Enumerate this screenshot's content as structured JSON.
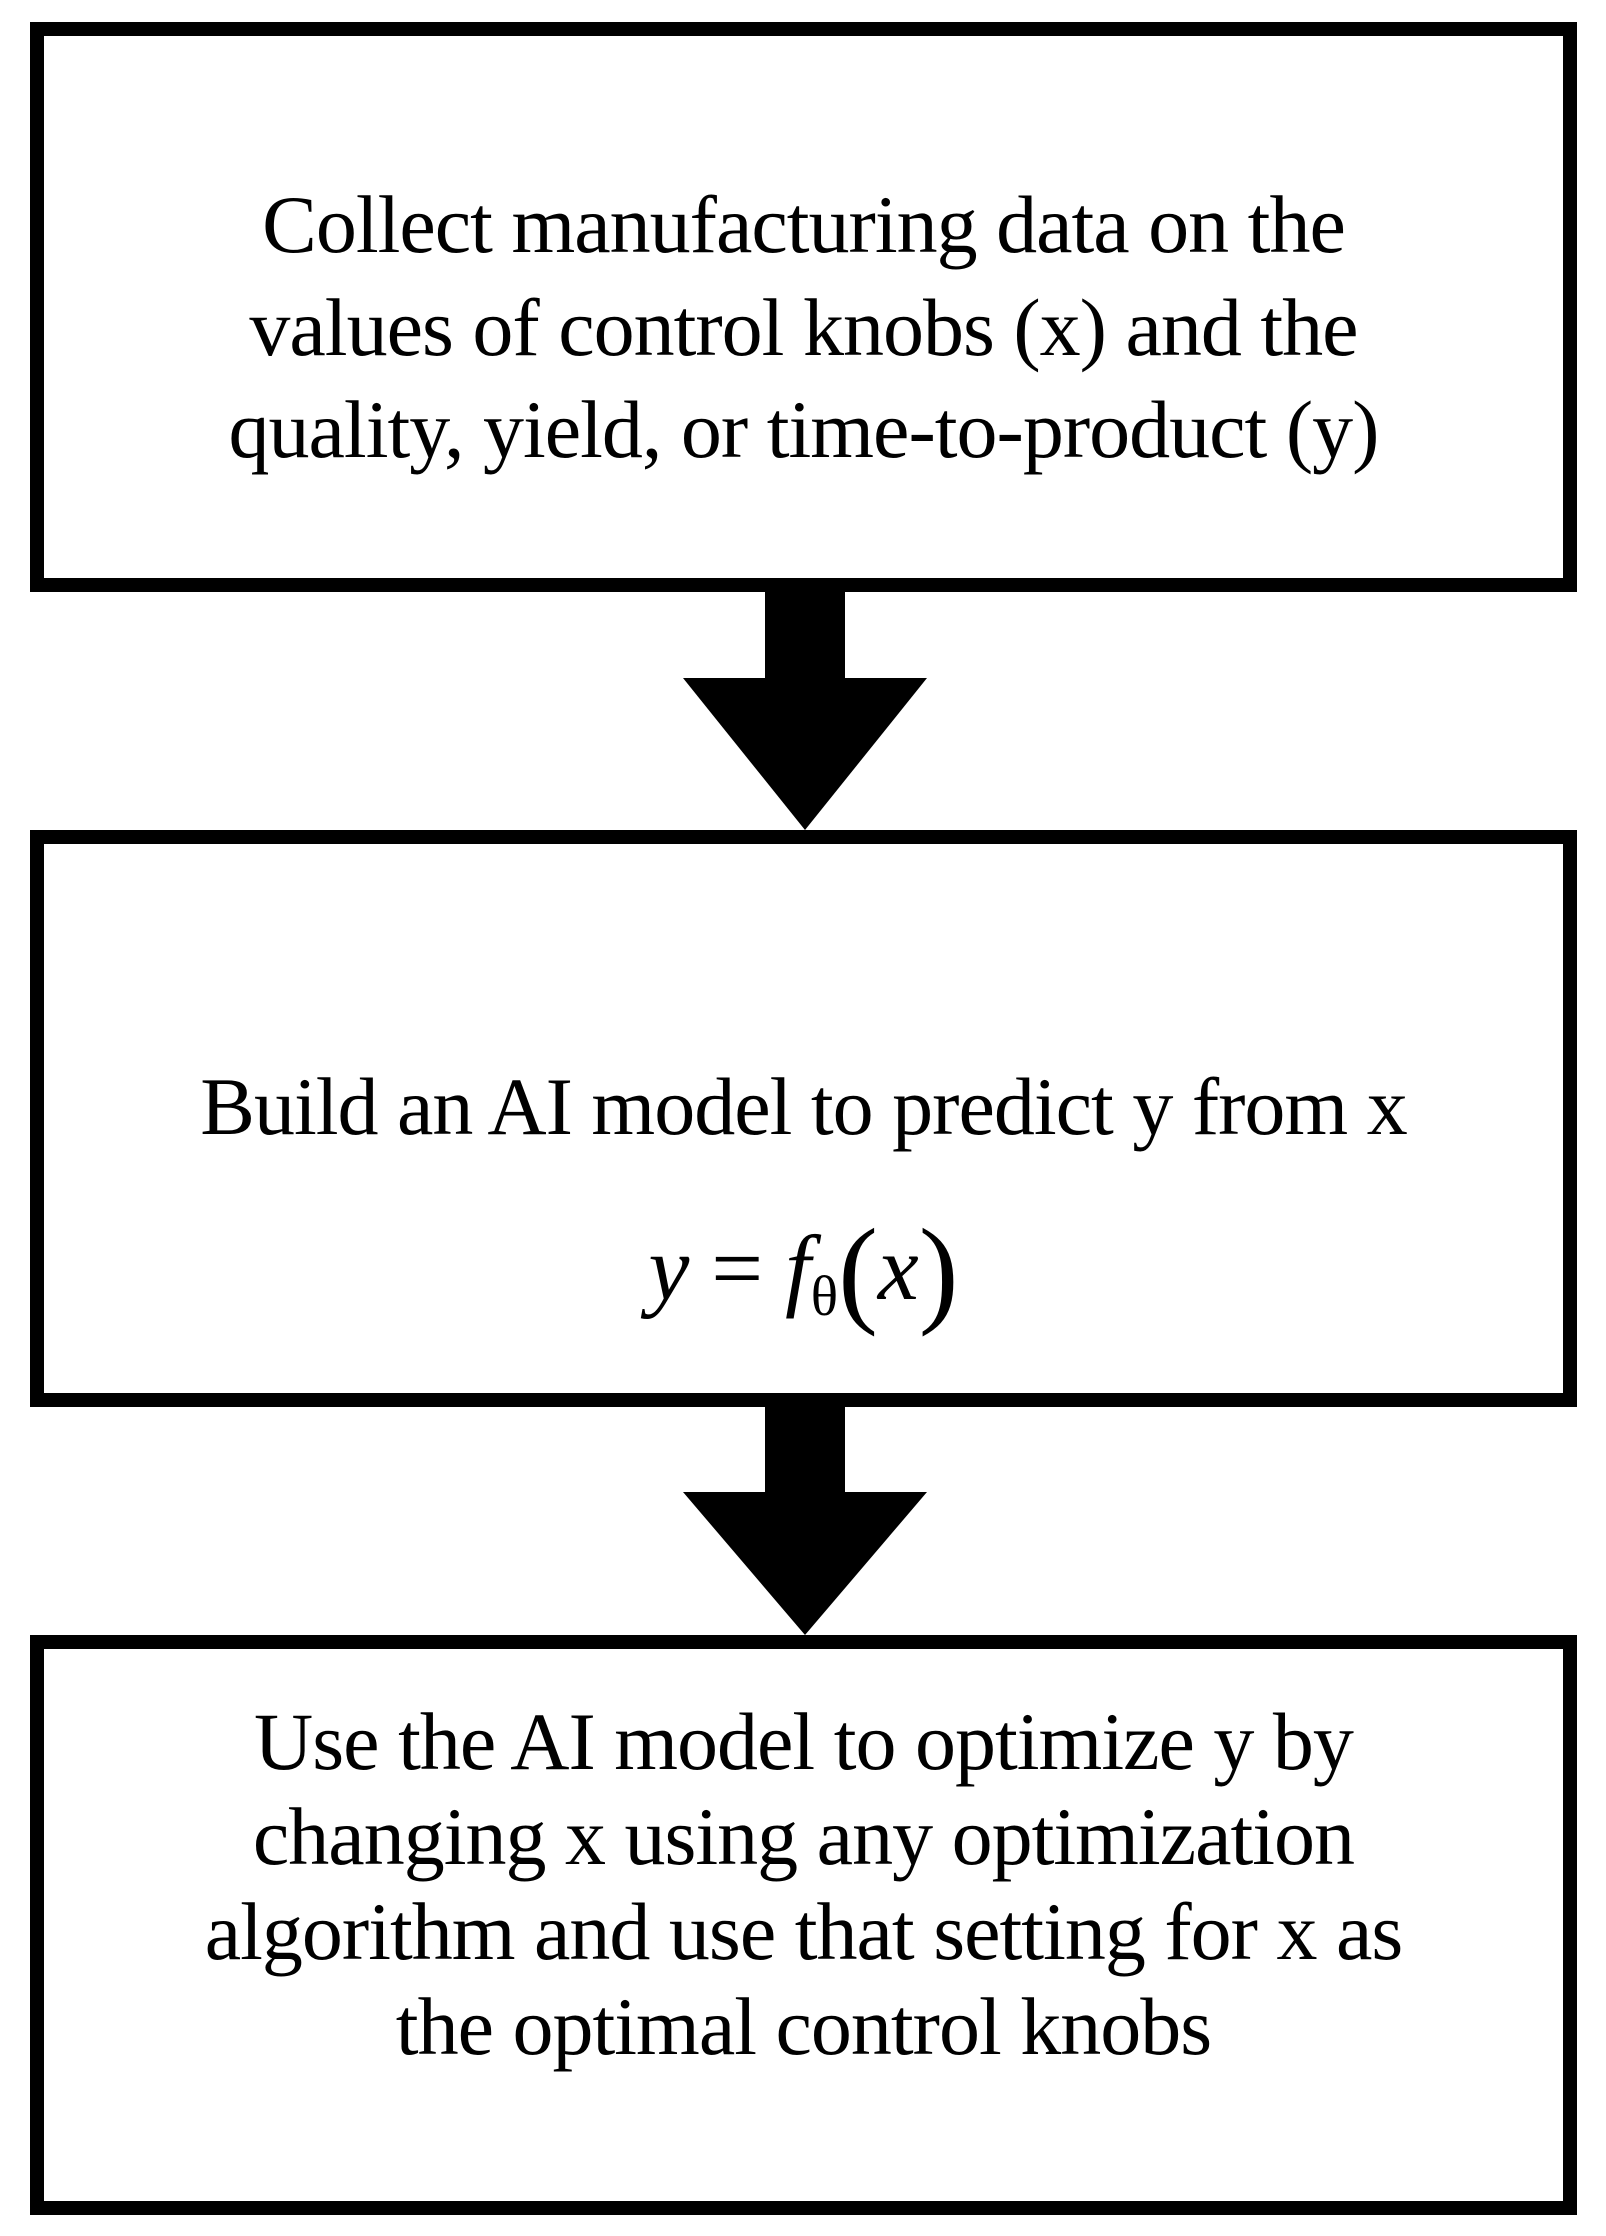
{
  "page": {
    "background_color": "#ffffff",
    "text_color": "#000000",
    "border_color": "#000000",
    "arrow_color": "#000000"
  },
  "flowchart": {
    "boxes": [
      {
        "name": "collect-data-step",
        "lines": [
          "Collect manufacturing data on the",
          "values of control knobs (x) and the",
          "quality, yield, or time-to-product (y)"
        ]
      },
      {
        "name": "build-model-step",
        "lines": [
          "Build an AI model to predict y from x"
        ],
        "equation": {
          "lhs": "y",
          "relation": "=",
          "function": "f",
          "subscript": "θ",
          "lparen": "(",
          "argument": "x",
          "rparen": ")"
        }
      },
      {
        "name": "optimize-step",
        "lines": [
          "Use the AI model to optimize y by",
          "changing x using any optimization",
          "algorithm and use that setting for x as",
          "the optimal control knobs"
        ]
      }
    ],
    "arrows": [
      {
        "name": "down-arrow-1",
        "direction": "down"
      },
      {
        "name": "down-arrow-2",
        "direction": "down"
      }
    ]
  }
}
